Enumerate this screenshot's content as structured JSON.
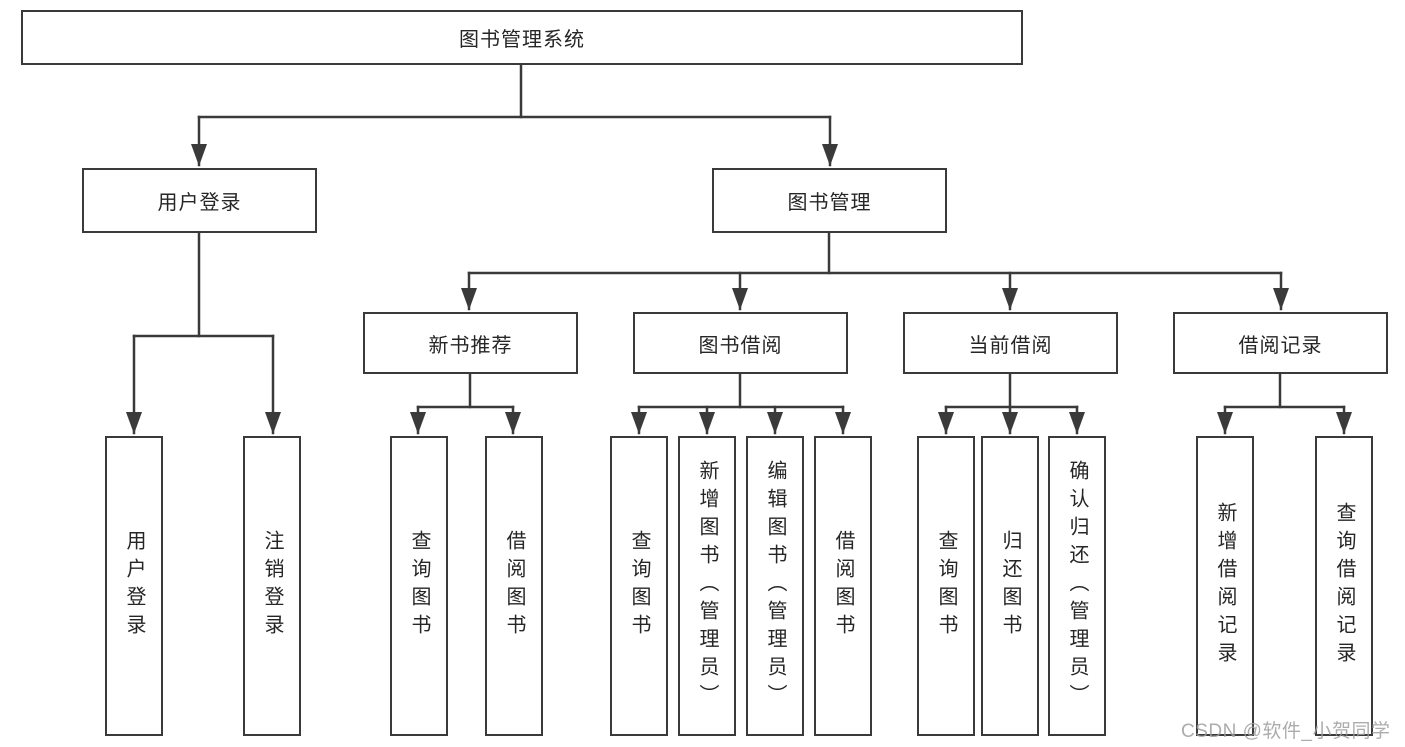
{
  "diagram": {
    "root": {
      "label": "图书管理系统"
    },
    "level2": [
      {
        "label": "用户登录",
        "leaves": [
          {
            "label": "用户登录"
          },
          {
            "label": "注销登录"
          }
        ]
      },
      {
        "label": "图书管理",
        "children": [
          {
            "label": "新书推荐",
            "leaves": [
              {
                "label": "查询图书"
              },
              {
                "label": "借阅图书"
              }
            ]
          },
          {
            "label": "图书借阅",
            "leaves": [
              {
                "label": "查询图书"
              },
              {
                "label": "新增图书（管理员）"
              },
              {
                "label": "编辑图书（管理员）"
              },
              {
                "label": "借阅图书"
              }
            ]
          },
          {
            "label": "当前借阅",
            "leaves": [
              {
                "label": "查询图书"
              },
              {
                "label": "归还图书"
              },
              {
                "label": "确认归还（管理员）"
              }
            ]
          },
          {
            "label": "借阅记录",
            "leaves": [
              {
                "label": "新增借阅记录"
              },
              {
                "label": "查询借阅记录"
              }
            ]
          }
        ]
      }
    ]
  },
  "watermark": {
    "text": "CSDN @软件_小贺同学"
  },
  "colors": {
    "line": "#3a3a3a",
    "text": "#262626",
    "watermark": "#9e9e9e"
  }
}
